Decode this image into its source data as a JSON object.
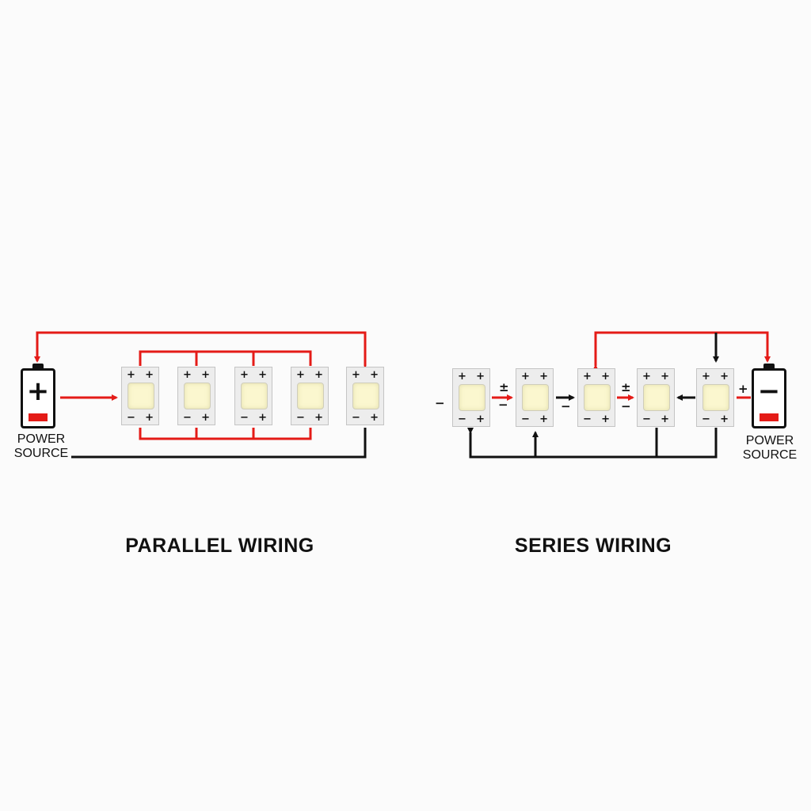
{
  "diagrams": [
    {
      "title": "PARALLEL WIRING",
      "power_source": {
        "line1": "POWER",
        "line2": "SOURCE",
        "symbol": "+"
      },
      "led_count": 5
    },
    {
      "title": "SERIES WIRING",
      "power_source": {
        "line1": "POWER",
        "line2": "SOURCE",
        "symbol": "−"
      },
      "led_count": 5,
      "terminal_labels": [
        "−",
        "±",
        "−",
        "−",
        "±",
        "−",
        "+"
      ]
    }
  ],
  "led_terminals": {
    "top_left": "+",
    "top_right": "+",
    "bottom_left": "−",
    "bottom_right": "+"
  },
  "colors": {
    "positive_wire": "#e41b17",
    "negative_wire": "#111111",
    "led_chip": "#fbf7cf",
    "battery_level": "#e41b17"
  }
}
